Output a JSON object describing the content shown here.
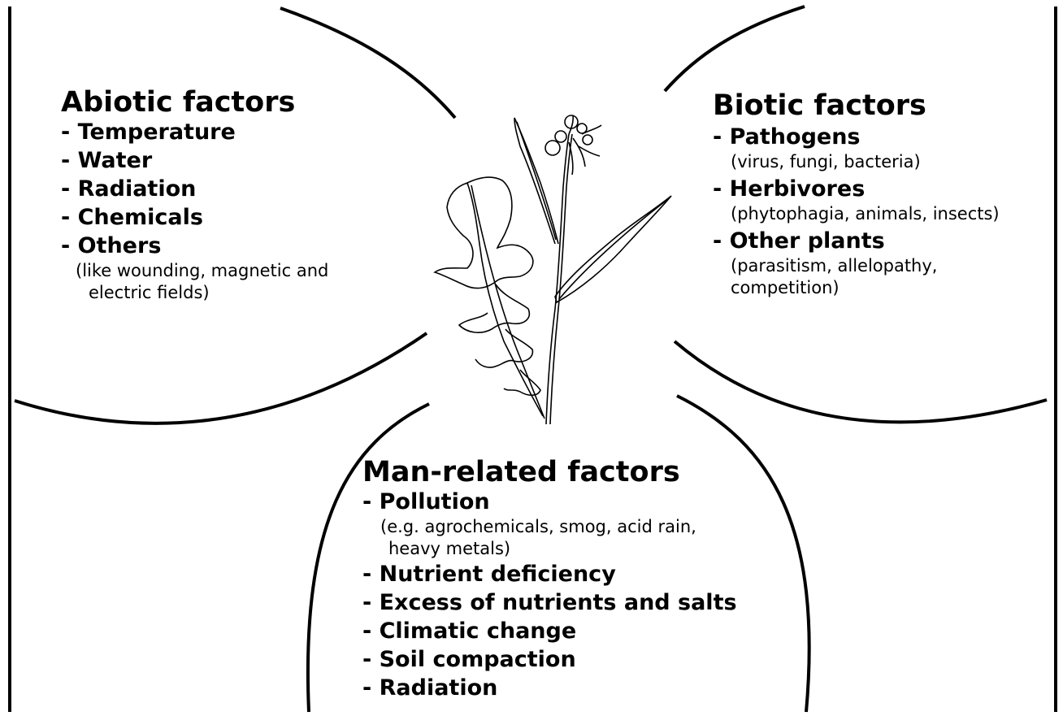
{
  "groups": {
    "abiotic": {
      "title": "Abiotic factors",
      "items": [
        "- Temperature",
        "- Water",
        "- Radiation",
        "- Chemicals",
        "- Others"
      ],
      "note_line1": "(like wounding, magnetic and",
      "note_line2": "electric fields)"
    },
    "biotic": {
      "title": "Biotic factors",
      "item1": "- Pathogens",
      "note1": "(virus, fungi, bacteria)",
      "item2": "- Herbivores",
      "note2": "(phytophagia, animals, insects)",
      "item3": "- Other plants",
      "note3_line1": "(parasitism, allelopathy,",
      "note3_line2": "competition)"
    },
    "man": {
      "title": "Man-related factors",
      "item1": "- Pollution",
      "note1_line1": "(e.g. agrochemicals, smog, acid rain,",
      "note1_line2": "heavy metals)",
      "items": [
        "- Nutrient deficiency",
        "- Excess of nutrients and salts",
        "- Climatic change",
        "- Soil compaction",
        "- Radiation"
      ]
    }
  },
  "icons": {
    "center": "plant-illustration"
  }
}
